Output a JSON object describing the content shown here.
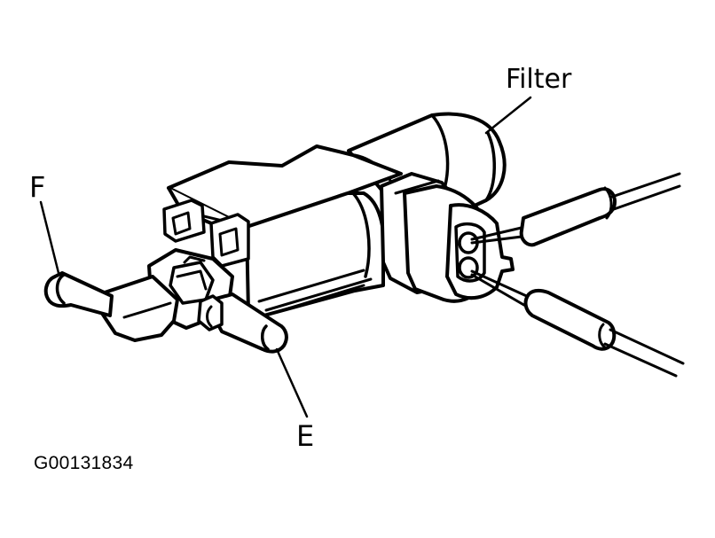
{
  "labels": {
    "filter": "Filter",
    "port_f": "F",
    "port_e": "E"
  },
  "figure_id": "G00131834",
  "colors": {
    "line": "#000000",
    "background": "#ffffff"
  }
}
